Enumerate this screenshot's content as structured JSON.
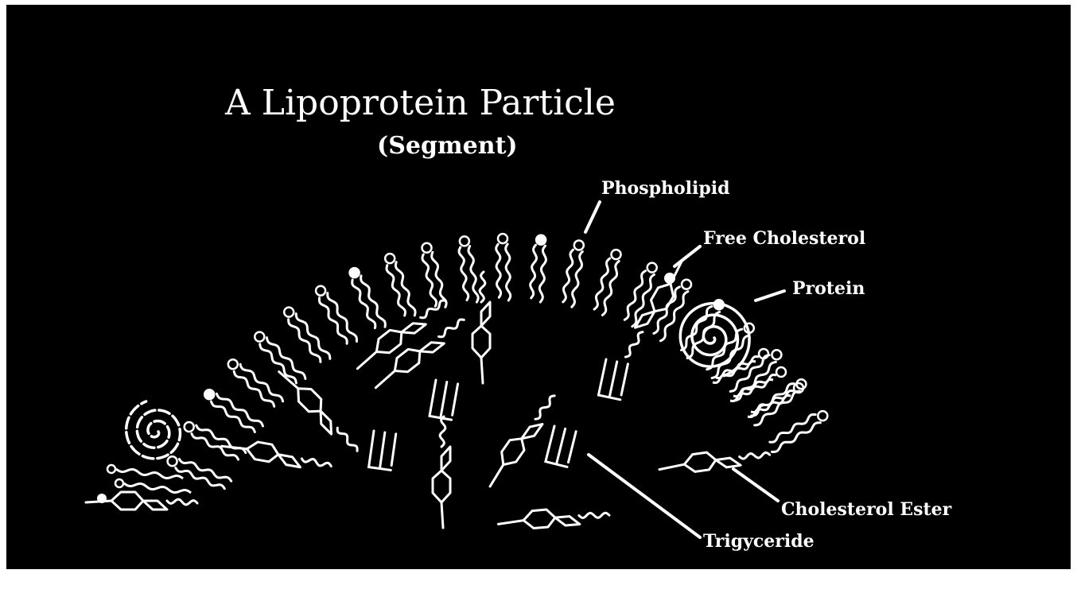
{
  "diagram": {
    "title": "A Lipoprotein Particle",
    "subtitle": "(Segment)",
    "labels": {
      "phospholipid": "Phospholipid",
      "free_cholesterol": "Free Cholesterol",
      "protein": "Protein",
      "cholesterol_ester": "Cholesterol Ester",
      "triglyceride": "Trigyceride"
    },
    "colors": {
      "background": "#000000",
      "ink": "#ffffff",
      "page": "#ffffff"
    }
  }
}
